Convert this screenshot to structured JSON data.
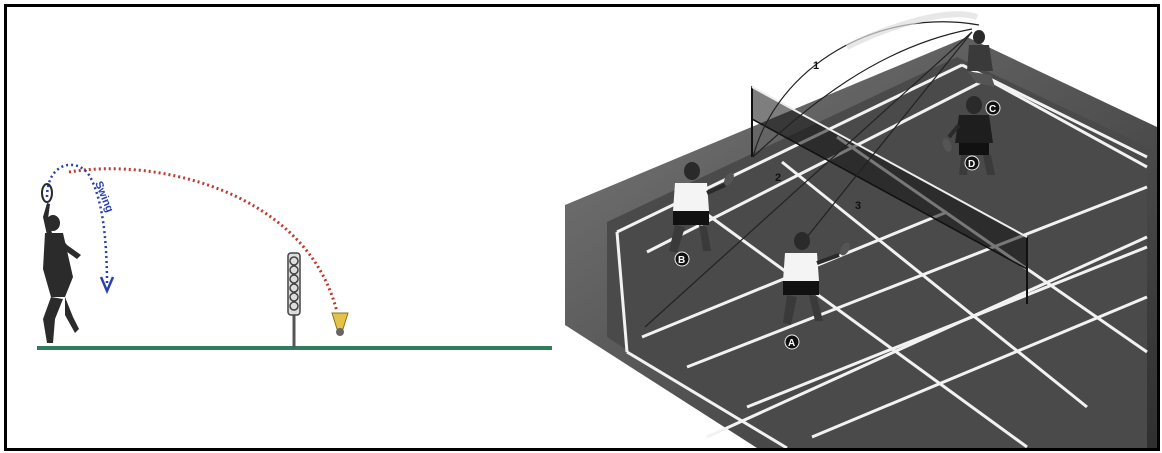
{
  "left_diagram": {
    "swing_label": "Swing",
    "colors": {
      "ground": "#2e7d5b",
      "swing_path": "#2a3fb0",
      "shuttle_path": "#c0392b"
    }
  },
  "right_diagram": {
    "court_color": "#4a4a4a",
    "line_color": "#f2f2f2",
    "trajectory_labels": [
      "1",
      "2",
      "3"
    ],
    "player_labels": [
      "A",
      "B",
      "C",
      "D"
    ]
  }
}
